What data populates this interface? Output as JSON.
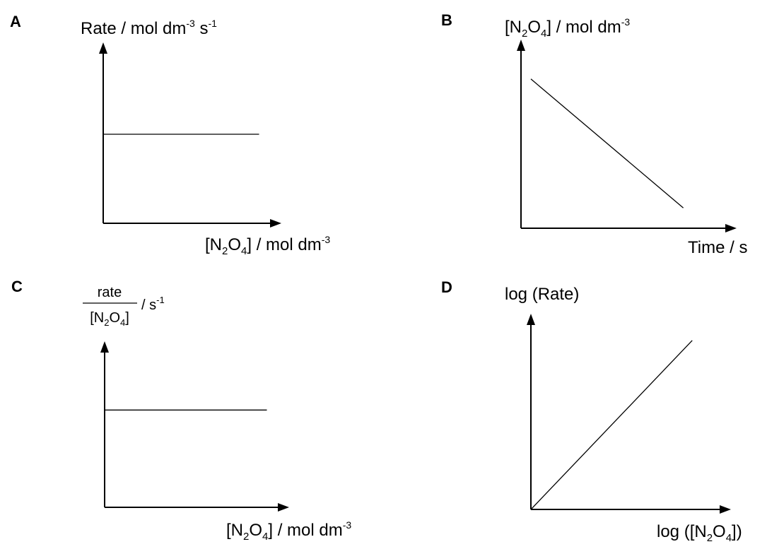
{
  "chart_data": [
    {
      "id": "A",
      "type": "line",
      "panel_label": "A",
      "ylabel": {
        "text": "Rate / mol dm",
        "sup1": "-3",
        "mid": " s",
        "sup2": "-1"
      },
      "xlabel": {
        "pre": "[N",
        "sub1": "2",
        "mid": "O",
        "sub2": "4",
        "post": "] / mol dm",
        "sup": "-3"
      },
      "xlim": [
        0,
        1
      ],
      "ylim": [
        0,
        1
      ],
      "series": [
        {
          "x": [
            0,
            0.9
          ],
          "y": [
            0.6,
            0.6
          ]
        }
      ],
      "grid": false,
      "tick_labels": false
    },
    {
      "id": "B",
      "type": "line",
      "panel_label": "B",
      "ylabel": {
        "pre": "[N",
        "sub1": "2",
        "mid": "O",
        "sub2": "4",
        "post": "] / mol dm",
        "sup": "-3"
      },
      "xlabel": {
        "text": "Time / s"
      },
      "xlim": [
        0,
        1
      ],
      "ylim": [
        0,
        1
      ],
      "series": [
        {
          "x": [
            0.05,
            0.82
          ],
          "y": [
            0.88,
            0.12
          ]
        }
      ],
      "grid": false,
      "tick_labels": false
    },
    {
      "id": "C",
      "type": "line",
      "panel_label": "C",
      "ylabel": {
        "numerator": "rate",
        "den_pre": "[N",
        "den_sub1": "2",
        "den_mid": "O",
        "den_sub2": "4",
        "den_post": "]",
        "unit": "/ s",
        "unit_sup": "-1"
      },
      "xlabel": {
        "pre": "[N",
        "sub1": "2",
        "mid": "O",
        "sub2": "4",
        "post": "] / mol dm",
        "sup": "-3"
      },
      "xlim": [
        0,
        1
      ],
      "ylim": [
        0,
        1
      ],
      "series": [
        {
          "x": [
            0,
            0.9
          ],
          "y": [
            0.54,
            0.54
          ]
        }
      ],
      "grid": false,
      "tick_labels": false
    },
    {
      "id": "D",
      "type": "line",
      "panel_label": "D",
      "ylabel": {
        "text": "log (Rate)"
      },
      "xlabel": {
        "pre": "log ([N",
        "sub1": "2",
        "mid": "O",
        "sub2": "4",
        "post": "])"
      },
      "xlim": [
        0,
        1
      ],
      "ylim": [
        0,
        1
      ],
      "series": [
        {
          "x": [
            0,
            0.83
          ],
          "y": [
            0,
            0.92
          ]
        }
      ],
      "grid": false,
      "tick_labels": false
    }
  ]
}
